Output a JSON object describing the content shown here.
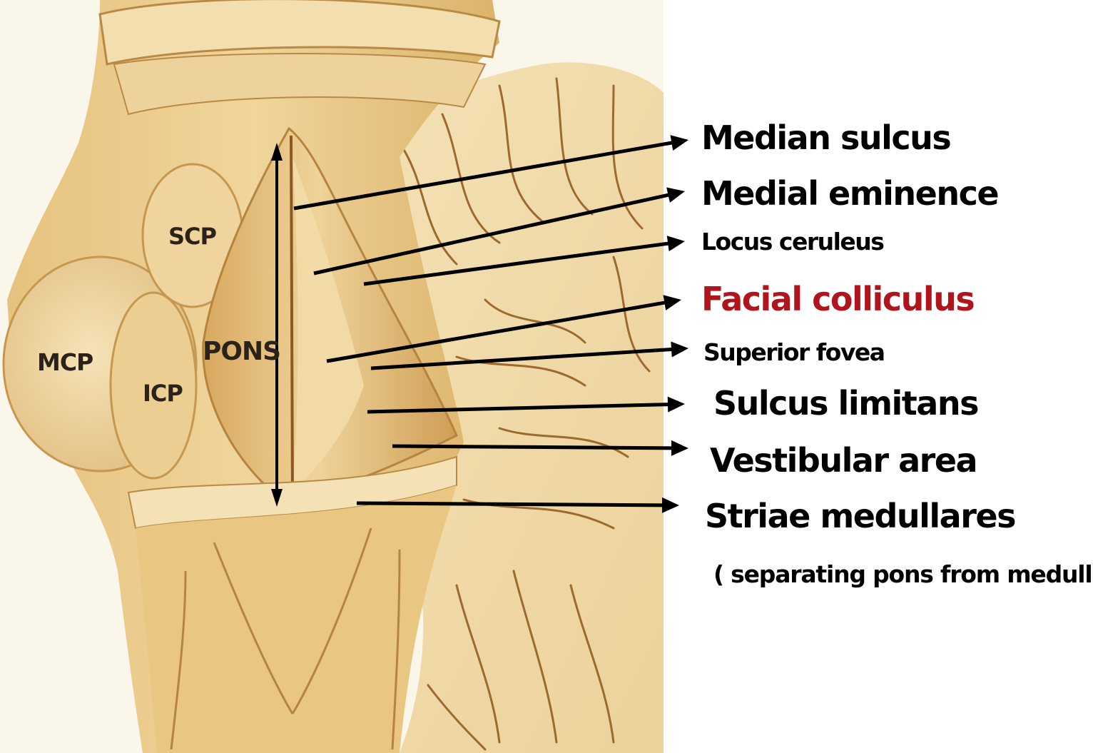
{
  "structure_labels": {
    "scp": "SCP",
    "mcp": "MCP",
    "icp": "ICP",
    "pons": "PONS"
  },
  "callouts": [
    {
      "text": "Median sulcus",
      "color": "#000000"
    },
    {
      "text": "Medial eminence",
      "color": "#000000"
    },
    {
      "text": "Locus ceruleus",
      "color": "#000000"
    },
    {
      "text": "Facial colliculus",
      "color": "#b0141c"
    },
    {
      "text": "Superior fovea",
      "color": "#000000"
    },
    {
      "text": "Sulcus limitans",
      "color": "#000000"
    },
    {
      "text": "Vestibular area",
      "color": "#000000"
    },
    {
      "text": "Striae medullares",
      "color": "#000000"
    }
  ],
  "note": "( separating pons from medulla)",
  "colors": {
    "tissue": "#e8c98a",
    "tissue_light": "#f3dfae",
    "tissue_dark": "#c99b52",
    "groove": "#8a5a22",
    "arrow": "#000000",
    "highlight": "#b0141c"
  }
}
